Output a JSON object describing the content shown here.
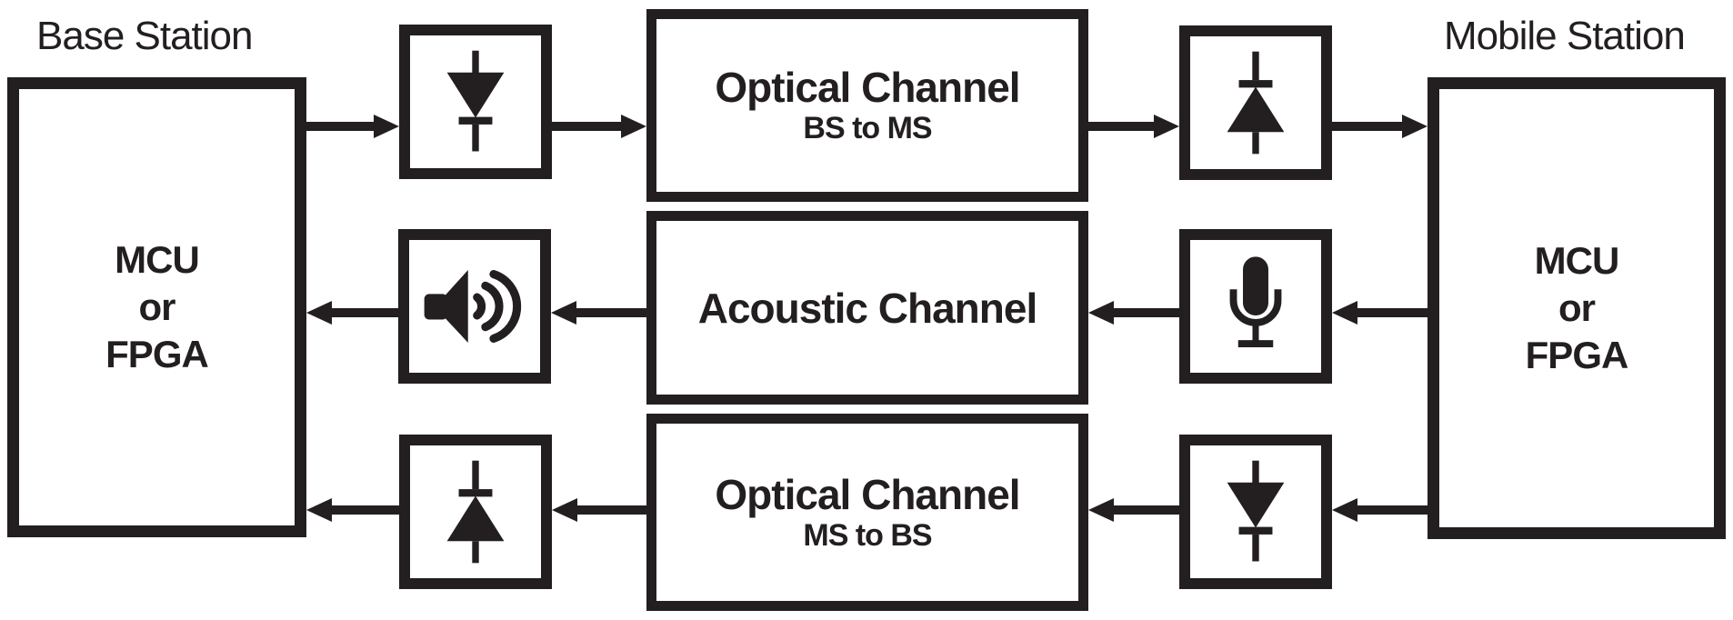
{
  "colors": {
    "ink": "#231f20",
    "background": "#ffffff"
  },
  "stations": {
    "base": {
      "label": "Base Station",
      "unit_lines": [
        "MCU",
        "or",
        "FPGA"
      ]
    },
    "mobile": {
      "label": "Mobile Station",
      "unit_lines": [
        "MCU",
        "or",
        "FPGA"
      ]
    }
  },
  "channels": [
    {
      "title": "Optical Channel",
      "subtitle": "BS to MS",
      "direction": "left-to-right"
    },
    {
      "title": "Acoustic Channel",
      "subtitle": "",
      "direction": "right-to-left"
    },
    {
      "title": "Optical Channel",
      "subtitle": "MS to BS",
      "direction": "right-to-left"
    }
  ],
  "transducers": [
    {
      "icon": "led-diode-down-icon",
      "row": "top",
      "side": "left"
    },
    {
      "icon": "photodiode-up-icon",
      "row": "top",
      "side": "right"
    },
    {
      "icon": "speaker-icon",
      "row": "middle",
      "side": "left"
    },
    {
      "icon": "microphone-icon",
      "row": "middle",
      "side": "right"
    },
    {
      "icon": "photodiode-up-icon",
      "row": "bottom",
      "side": "left"
    },
    {
      "icon": "led-diode-down-icon",
      "row": "bottom",
      "side": "right"
    }
  ]
}
